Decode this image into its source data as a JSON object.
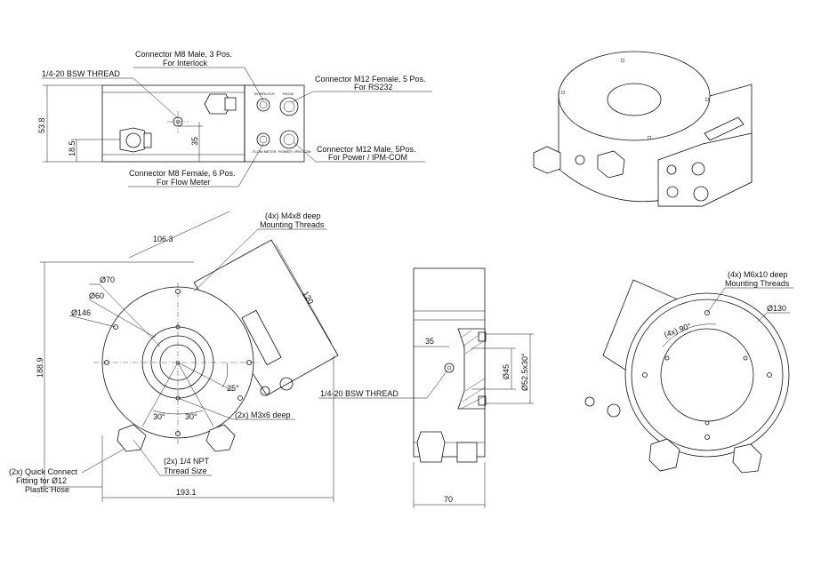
{
  "notes": {
    "m8_interlock_line1": "Connector M8 Male, 3 Pos.",
    "m8_interlock_line2": "For Interlock",
    "bsw_top": "1/4-20 BSW THREAD",
    "m12_rs232_line1": "Connector M12 Female, 5 Pos.",
    "m12_rs232_line2": "For RS232",
    "m12_power_line1": "Connector M12 Male, 5Pos.",
    "m12_power_line2": "For Power / IPM-COM",
    "m8_flow_line1": "Connector M8 Female, 6 Pos.",
    "m8_flow_line2": "For Flow Meter",
    "m4_line1": "(4x) M4x8 deep",
    "m4_line2": "Mounting Threads",
    "m3": "(2x) M3x6 deep",
    "npt_line1": "(2x) 1/4 NPT",
    "npt_line2": "Thread Size",
    "quick_line1": "(2x) Quick Connect",
    "quick_line2": "Fitting for Ø12",
    "quick_line3": "Plastic Hose",
    "bsw_side": "1/4-20 BSW THREAD",
    "m6_line1": "(4x) M6x10 deep",
    "m6_line2": "Mounting Threads"
  },
  "dimensions": {
    "d53_8": "53.8",
    "d18_5": "18.5",
    "d35_top": "35",
    "d106_3": "106.3",
    "d120": "120",
    "d188_9": "188.9",
    "d193_1": "193.1",
    "dia70": "Ø70",
    "dia60": "Ø60",
    "dia146": "Ø146",
    "ang25": "25°",
    "ang30a": "30°",
    "ang30b": "30°",
    "d35_side": "35",
    "dia45": "Ø45",
    "dia52": "Ø52.5x30°",
    "d70": "70",
    "dia130": "Ø130",
    "ang90": "(4x) 90°"
  },
  "panel_labels": {
    "interlock": "INTERLOCK",
    "rs232": "RS232",
    "flow": "FLOW METER",
    "power": "POWER / IPM-COM"
  }
}
